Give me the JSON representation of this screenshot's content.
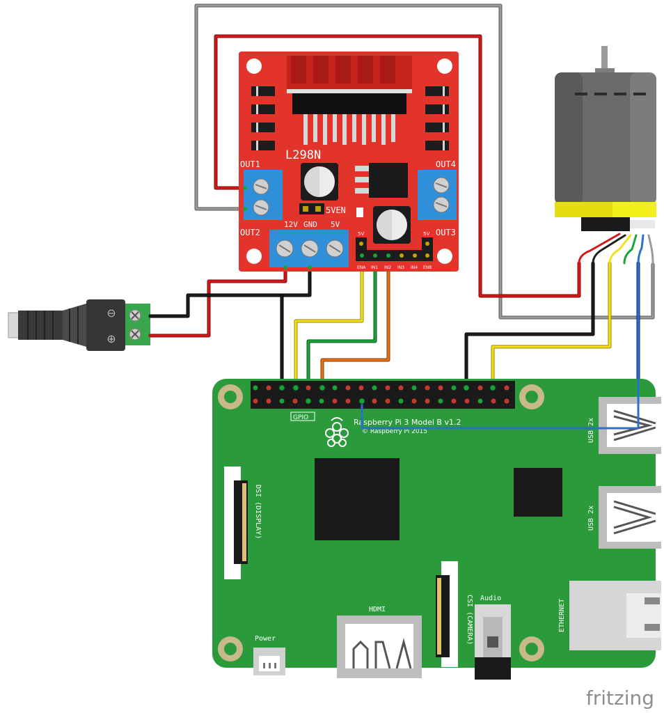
{
  "colors": {
    "board_red": "#e2342b",
    "board_green": "#2b9a3b",
    "terminal_blue": "#2f8fd8",
    "wire_red": "#cc1414",
    "wire_black": "#141414",
    "wire_gray": "#8a8a8a",
    "wire_yellow": "#f4e01a",
    "wire_green": "#18a038",
    "wire_orange": "#e4701a",
    "wire_blue": "#2a6fd0",
    "motor_yellow": "#f2ef1a",
    "motor_gray": "#6f6f6f"
  },
  "driver": {
    "name": "L298N",
    "out1": "OUT1",
    "out2": "OUT2",
    "out3": "OUT3",
    "out4": "OUT4",
    "v12": "12V",
    "gnd": "GND",
    "v5": "5V",
    "en5v": "5VEN",
    "pin_5v_left": "5V",
    "pin_5v_right": "5V",
    "pins": [
      "ENA",
      "IN1",
      "IN2",
      "IN3",
      "IN4",
      "ENB"
    ]
  },
  "pi": {
    "model": "Raspberry Pi 3 Model B v1.2",
    "copyright": "© Raspberry Pi 2015",
    "gpio": "GPIO",
    "display": "DSI (DISPLAY)",
    "camera": "CSI (CAMERA)",
    "hdmi": "HDMI",
    "audio": "Audio",
    "power": "Power",
    "usb_top": "USB 2x",
    "usb_bottom": "USB 2x",
    "ethernet": "ETHERNET"
  },
  "icons": {
    "minus": "⊖",
    "plus": "⊕"
  },
  "brand": "fritzing"
}
